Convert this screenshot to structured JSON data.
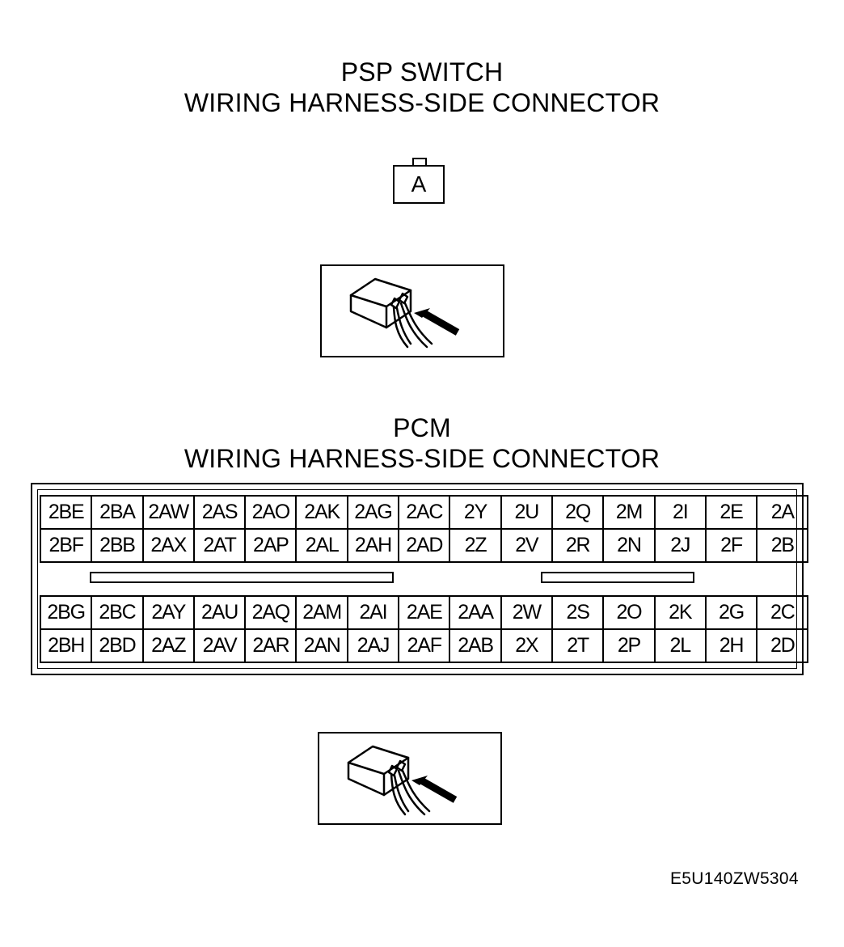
{
  "psp_switch": {
    "title_line1": "PSP SWITCH",
    "title_line2": "WIRING HARNESS-SIDE CONNECTOR",
    "terminal": "A"
  },
  "pcm": {
    "title_line1": "PCM",
    "title_line2": "WIRING HARNESS-SIDE CONNECTOR",
    "top_rows": [
      [
        "2BE",
        "2BA",
        "2AW",
        "2AS",
        "2AO",
        "2AK",
        "2AG",
        "2AC",
        "2Y",
        "2U",
        "2Q",
        "2M",
        "2I",
        "2E",
        "2A"
      ],
      [
        "2BF",
        "2BB",
        "2AX",
        "2AT",
        "2AP",
        "2AL",
        "2AH",
        "2AD",
        "2Z",
        "2V",
        "2R",
        "2N",
        "2J",
        "2F",
        "2B"
      ]
    ],
    "bottom_rows": [
      [
        "2BG",
        "2BC",
        "2AY",
        "2AU",
        "2AQ",
        "2AM",
        "2AI",
        "2AE",
        "2AA",
        "2W",
        "2S",
        "2O",
        "2K",
        "2G",
        "2C"
      ],
      [
        "2BH",
        "2BD",
        "2AZ",
        "2AV",
        "2AR",
        "2AN",
        "2AJ",
        "2AF",
        "2AB",
        "2X",
        "2T",
        "2P",
        "2L",
        "2H",
        "2D"
      ]
    ]
  },
  "figure_code": "E5U140ZW5304"
}
